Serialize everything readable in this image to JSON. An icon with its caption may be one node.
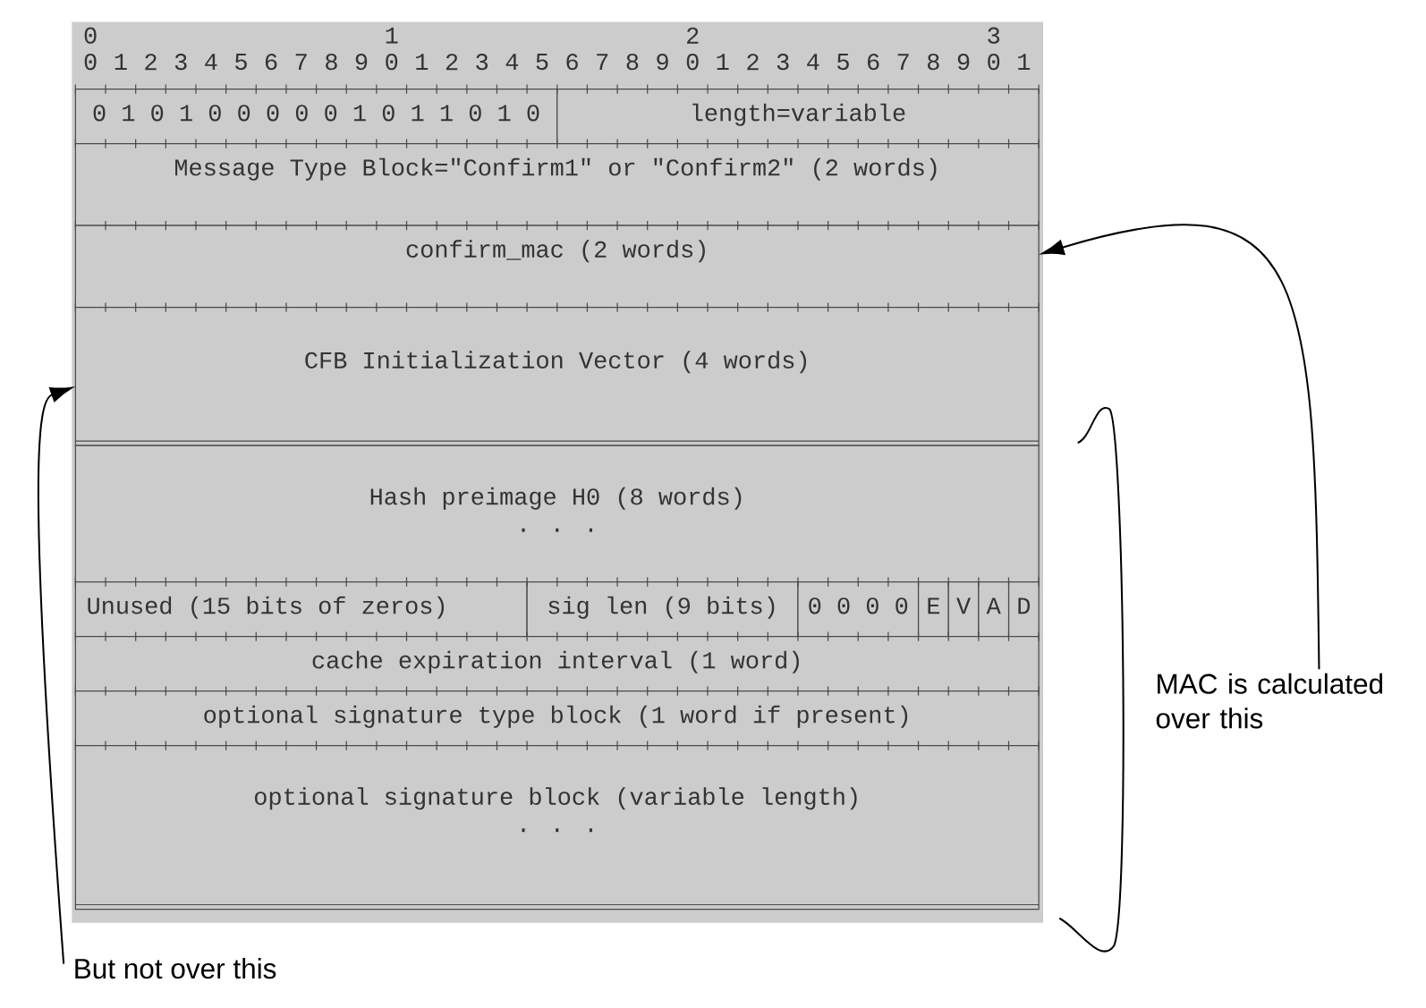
{
  "diagram": {
    "nodes": [
      {
        "text": [
          "0 1 0 1 0 0 0 0 0 1 0 1 1 0 1 0"
        ]
      },
      {
        "text": [
          "length=variable"
        ]
      },
      {
        "text": [
          "Message Type Block=\"Confirm1\" or \"Confirm2\" (2 words)"
        ]
      },
      {
        "text": [
          "confirm_mac (2 words)"
        ]
      },
      {
        "text": [
          "CFB Initialization Vector (4 words)"
        ]
      },
      {
        "text": [
          "Hash preimage H0 (8 words)",
          ". . ."
        ]
      },
      {
        "text": [
          "Unused (15 bits of zeros)"
        ]
      },
      {
        "text": [
          "sig len (9 bits)"
        ]
      },
      {
        "text": [
          "0 0 0 0"
        ]
      },
      {
        "text": [
          "E"
        ]
      },
      {
        "text": [
          "V"
        ]
      },
      {
        "text": [
          "A"
        ]
      },
      {
        "text": [
          "D"
        ]
      },
      {
        "text": [
          "cache expiration interval (1 word)"
        ]
      },
      {
        "text": [
          "optional signature type block (1 word if present)"
        ]
      },
      {
        "text": [
          "optional signature block (variable length)",
          ". . ."
        ]
      },
      {
        "text": [
          "MAC is calculated over this"
        ]
      },
      {
        "text": [
          "But not over this"
        ]
      }
    ],
    "edges": [
      {
        "from": 16,
        "to": 3,
        "arrow": "to"
      },
      {
        "from": 17,
        "to": 4,
        "arrow": "to"
      }
    ],
    "labels": [
      "0",
      "1",
      "2",
      "3",
      "0",
      "1",
      "2",
      "3",
      "4",
      "5",
      "6",
      "7",
      "8",
      "9",
      "0",
      "1",
      "2",
      "3",
      "4",
      "5",
      "6",
      "7",
      "8",
      "9",
      "0",
      "1",
      "2",
      "3",
      "4",
      "5",
      "6",
      "7",
      "8",
      "9",
      "0",
      "1"
    ]
  }
}
